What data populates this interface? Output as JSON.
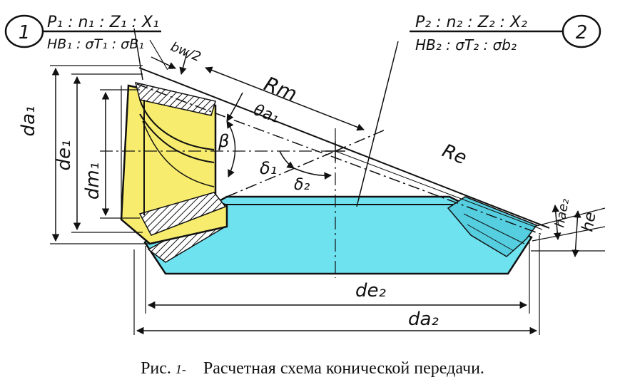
{
  "gear1": {
    "number": "1",
    "params_top": "P₁ : n₁ : Z₁ : X₁",
    "params_bottom": "HB₁ : σT₁ : σB₁"
  },
  "gear2": {
    "number": "2",
    "params_top": "P₂ : n₂ : Z₂ : X₂",
    "params_bottom": "HB₂ : σT₂ : σb₂"
  },
  "labels": {
    "da1": "da₁",
    "de1": "de₁",
    "dm1": "dm₁",
    "bw": "bw/2",
    "Rm": "Rm",
    "Re": "Re",
    "theta_a1": "θa₁",
    "beta": "β",
    "delta1": "δ₁",
    "delta2": "δ₂",
    "hae2": "hae₂",
    "he": "he",
    "de2": "de₂",
    "da2": "da₂"
  },
  "colors": {
    "gear1_fill": "#f7ec6e",
    "gear2_fill": "#6fe2f0",
    "line": "#111111"
  },
  "caption": {
    "prefix": "Рис.",
    "number": "1-",
    "text": "Расчетная схема конической передачи."
  }
}
